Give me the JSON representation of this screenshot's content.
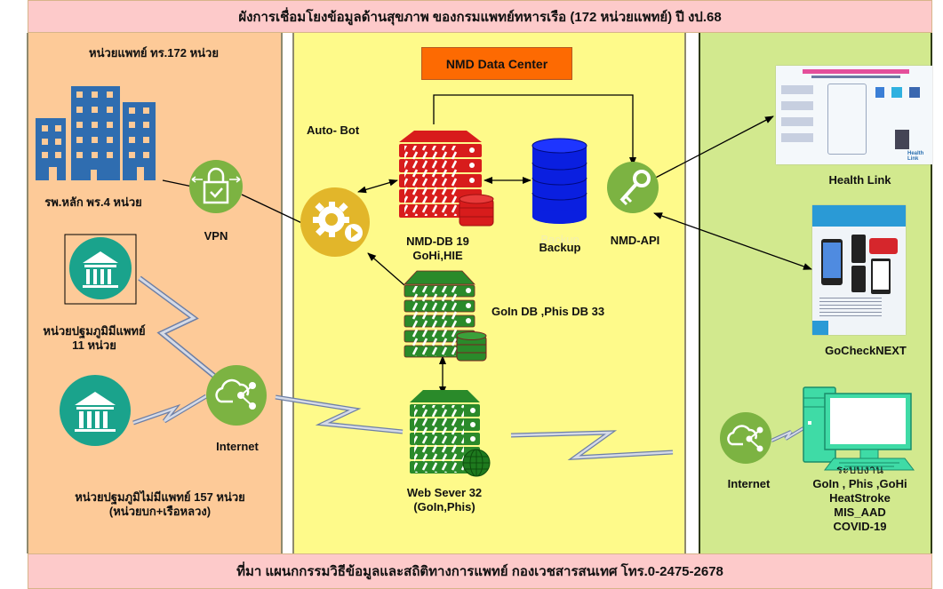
{
  "header": {
    "title": "ผังการเชื่อมโยงข้อมูลด้านสุขภาพ ของกรมแพทย์ทหารเรือ (172 หน่วยแพทย์) ปี งป.68"
  },
  "footer": {
    "text": "ที่มา แผนกกรรมวิธีข้อมูลและสถิติทางการแพทย์ กองเวชสารสนเทศ โทร.0-2475-2678"
  },
  "left_panel": {
    "title": "หน่วยแพทย์ ทร.172 หน่วย",
    "hospital_label": "รพ.หลัก พร.4 หน่วย",
    "vpn_label": "VPN",
    "primary_with_doctor_line1": "หน่วยปฐมภูมิมีแพทย์",
    "primary_with_doctor_line2": "11 หน่วย",
    "internet_label": "Internet",
    "primary_no_doctor_line1": "หน่วยปฐมภูมิไม่มีแพทย์ 157  หน่วย",
    "primary_no_doctor_line2": "(หน่วยบก+เรือหลวง)"
  },
  "middle_panel": {
    "title": "NMD Data Center",
    "autobot_label": "Auto- Bot",
    "nmd_db_line1": "NMD-DB 19",
    "nmd_db_line2": "GoHi,HIE",
    "backup_faint": "Backup",
    "backup_label": "Backup",
    "api_label": "NMD-API",
    "goin_db_label": "GoIn DB ,Phis DB 33",
    "web_server_line1": "Web Sever 32",
    "web_server_line2": "(GoIn,Phis)"
  },
  "right_panel": {
    "health_link_label": "Health Link",
    "health_link_brand": "Health Link",
    "gocheck_label": "GoCheckNEXT",
    "internet_label": "Internet",
    "systems": [
      "ระบบงาน",
      "GoIn , Phis ,GoHi",
      "HeatStroke",
      "MIS_AAD",
      "COVID-19"
    ]
  },
  "colors": {
    "header_bg": "#fdcaca",
    "left_bg": "#fdca98",
    "middle_bg": "#fefa8a",
    "right_bg": "#d2e98e",
    "data_center_badge": "#fd6a02",
    "nmd_db_server": "#d81c1c",
    "goin_server": "#2a8a2a",
    "backup_db": "#0a1fe0",
    "green_icon": "#7cb342",
    "teal_icon": "#1aa38c",
    "building": "#2f6db0",
    "autobot": "#e2b62a",
    "computer": "#3fdba6"
  }
}
